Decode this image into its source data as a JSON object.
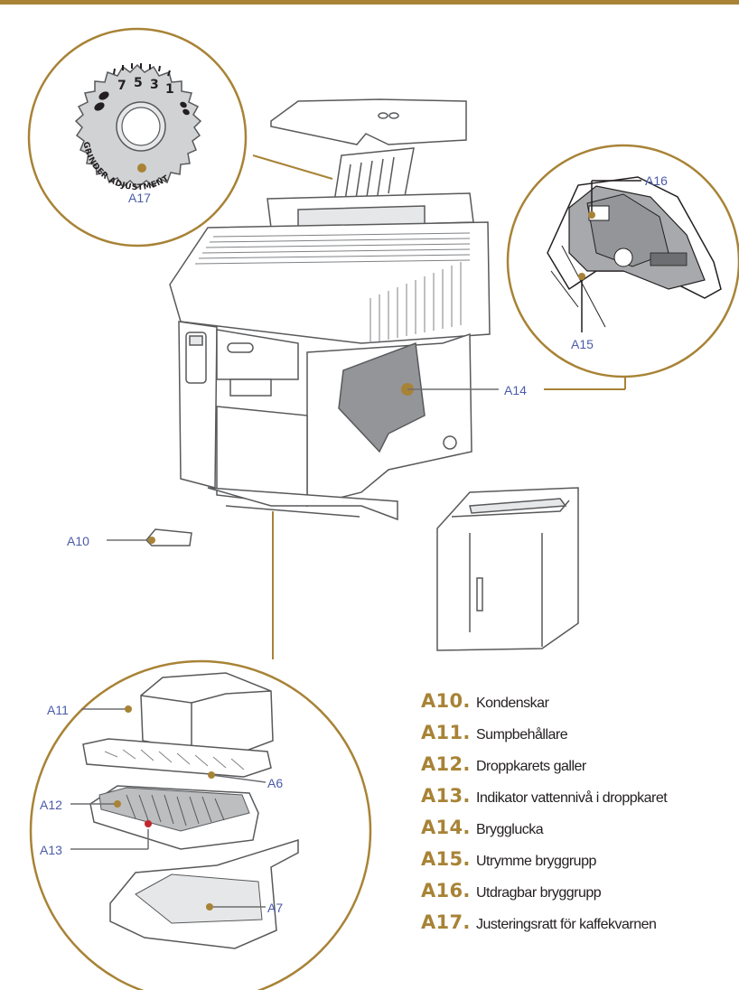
{
  "colors": {
    "accent_gold": "#a88336",
    "label_blue": "#4a5ba8",
    "line_gray": "#6d6e71",
    "text_dark": "#231f20"
  },
  "dial": {
    "numbers": [
      "7",
      "5",
      "3",
      "1"
    ],
    "text": "GRINDER ADJUSTMENT"
  },
  "callouts": {
    "a17": "A17",
    "a16": "A16",
    "a15": "A15",
    "a14": "A14",
    "a10": "A10",
    "a11": "A11",
    "a6": "A6",
    "a12": "A12",
    "a13": "A13",
    "a7": "A7"
  },
  "legend": [
    {
      "code": "A10.",
      "text": "Kondenskar"
    },
    {
      "code": "A11.",
      "text": "Sumpbehållare"
    },
    {
      "code": "A12.",
      "text": "Droppkarets galler"
    },
    {
      "code": "A13.",
      "text": "Indikator vattennivå i droppkaret"
    },
    {
      "code": "A14.",
      "text": "Brygglucka"
    },
    {
      "code": "A15.",
      "text": "Utrymme bryggrupp"
    },
    {
      "code": "A16.",
      "text": "Utdragbar bryggrupp"
    },
    {
      "code": "A17.",
      "text": "Justeringsratt för kaffekvarnen"
    }
  ]
}
